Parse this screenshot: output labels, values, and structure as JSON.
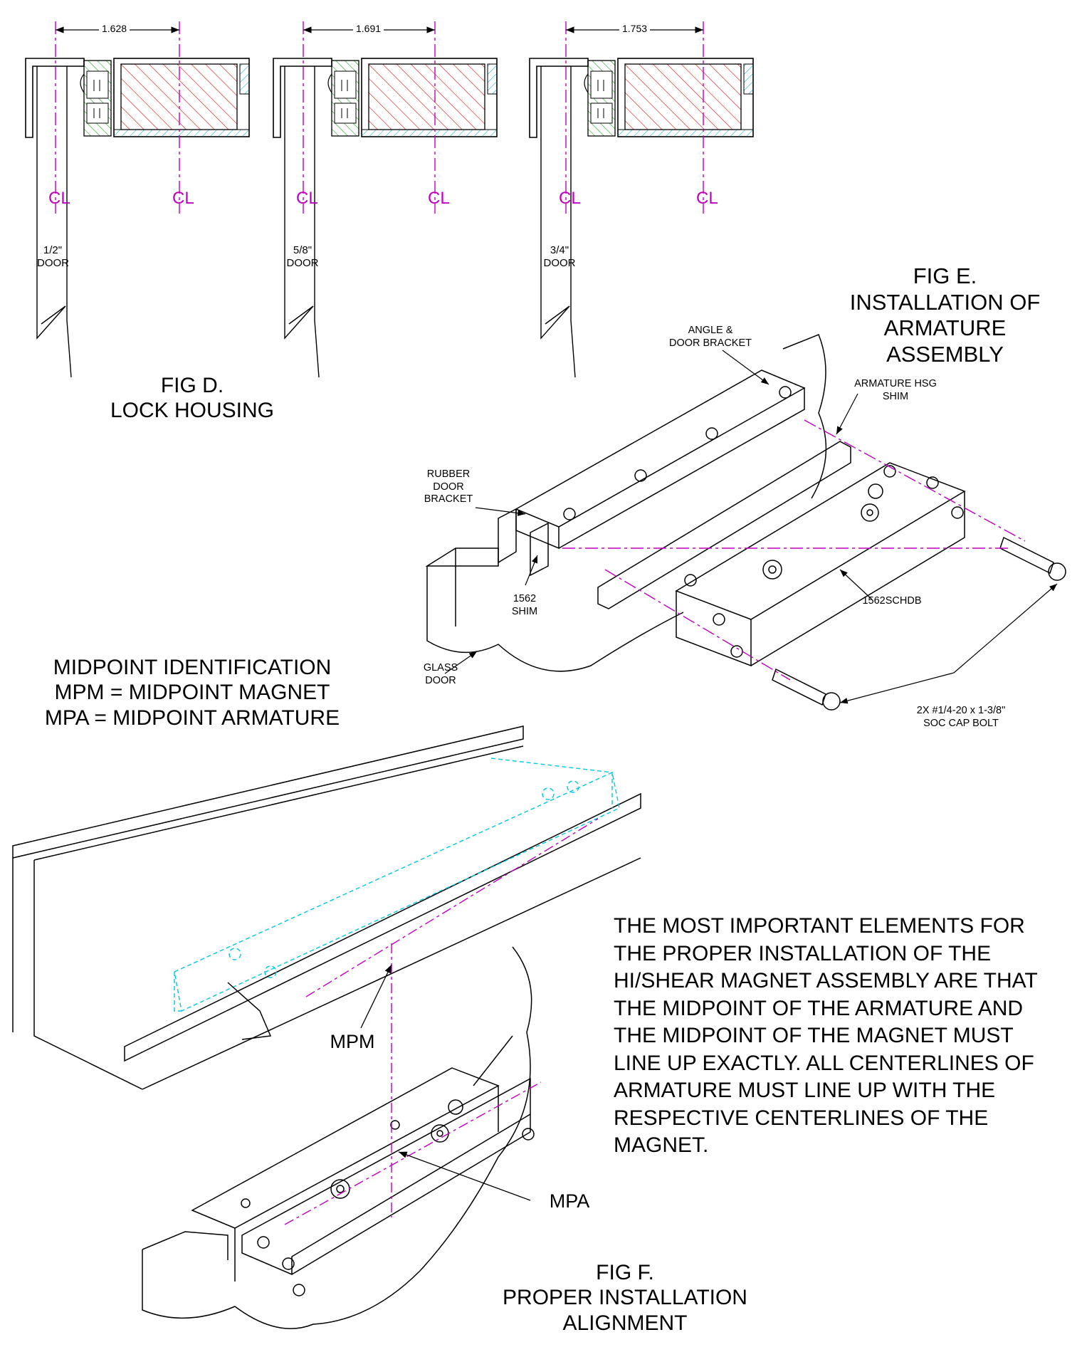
{
  "fig_d": {
    "title": "FIG D.",
    "subtitle": "LOCK HOUSING",
    "panels": [
      {
        "dimension": "1.628",
        "door_size": "1/2\"",
        "door_word": "DOOR",
        "cl_label": "CL"
      },
      {
        "dimension": "1.691",
        "door_size": "5/8\"",
        "door_word": "DOOR",
        "cl_label": "CL"
      },
      {
        "dimension": "1.753",
        "door_size": "3/4\"",
        "door_word": "DOOR",
        "cl_label": "CL"
      }
    ]
  },
  "fig_e": {
    "title": "FIG E.",
    "line2": "INSTALLATION OF",
    "line3": "ARMATURE ASSEMBLY",
    "callouts": {
      "angle_bracket": "ANGLE &\nDOOR BRACKET",
      "armature_shim": "ARMATURE HSG\nSHIM",
      "rubber_bracket": "RUBBER\nDOOR\nBRACKET",
      "shim_1562": "1562\nSHIM",
      "part_number": "1562SCHDB",
      "glass_door": "GLASS\nDOOR",
      "bolt": "2X #1/4-20 x 1-3/8\"\nSOC CAP BOLT"
    }
  },
  "midpoint": {
    "line1": "MIDPOINT IDENTIFICATION",
    "line2": "MPM = MIDPOINT MAGNET",
    "line3": "MPA = MIDPOINT ARMATURE"
  },
  "fig_f": {
    "mpm_label": "MPM",
    "mpa_label": "MPA",
    "title": "FIG F.",
    "line2": "PROPER INSTALLATION",
    "line3": "ALIGNMENT"
  },
  "instructions": "THE MOST IMPORTANT ELEMENTS FOR\nTHE PROPER INSTALLATION OF THE\nHI/SHEAR MAGNET ASSEMBLY ARE THAT\nTHE MIDPOINT OF THE ARMATURE AND\nTHE MIDPOINT OF THE MAGNET MUST\nLINE UP EXACTLY.  ALL CENTERLINES OF\nARMATURE MUST LINE UP WITH THE\nRESPECTIVE CENTERLINES OF THE\nMAGNET.",
  "colors": {
    "centerline": "#c000c0",
    "hatch_red": "#d02020",
    "hatch_green": "#20a020",
    "hatch_cyan": "#20b0c0",
    "hidden_line": "#00c8e0"
  }
}
